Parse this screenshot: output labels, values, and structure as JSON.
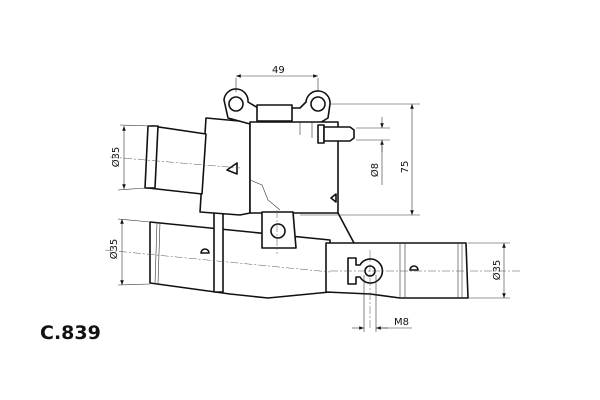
{
  "part_code": "C.839",
  "dimensions": {
    "lug_spacing": "49",
    "upper_inlet_diameter": "Ø35",
    "lower_inlet_diameter": "Ø35",
    "outlet_diameter": "Ø35",
    "nipple_diameter": "Ø8",
    "height": "75",
    "thread": "M8"
  }
}
